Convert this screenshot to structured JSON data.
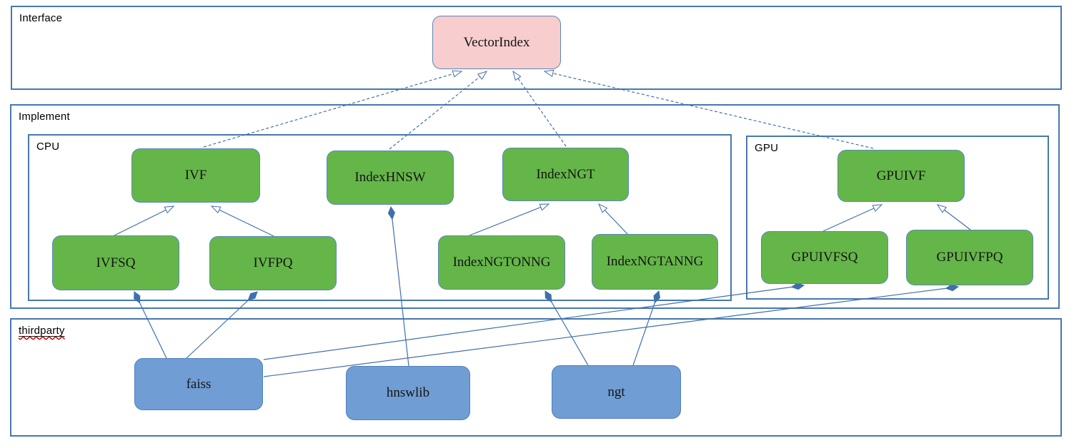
{
  "containers": {
    "interface": {
      "label": "Interface"
    },
    "implement": {
      "label": "Implement"
    },
    "cpu": {
      "label": "CPU"
    },
    "gpu": {
      "label": "GPU"
    },
    "thirdparty": {
      "label": "thirdparty"
    }
  },
  "nodes": {
    "vectorindex": {
      "label": "VectorIndex",
      "kind": "interface-class"
    },
    "ivf": {
      "label": "IVF",
      "kind": "cpu-class"
    },
    "indexhnsw": {
      "label": "IndexHNSW",
      "kind": "cpu-class"
    },
    "indexngt": {
      "label": "IndexNGT",
      "kind": "cpu-class"
    },
    "ivfsq": {
      "label": "IVFSQ",
      "kind": "cpu-class"
    },
    "ivfpq": {
      "label": "IVFPQ",
      "kind": "cpu-class"
    },
    "indexngtonng": {
      "label": "IndexNGTONNG",
      "kind": "cpu-class"
    },
    "indexngtanng": {
      "label": "IndexNGTANNG",
      "kind": "cpu-class"
    },
    "gpuivf": {
      "label": "GPUIVF",
      "kind": "gpu-class"
    },
    "gpuivfsq": {
      "label": "GPUIVFSQ",
      "kind": "gpu-class"
    },
    "gpuivfpq": {
      "label": "GPUIVFPQ",
      "kind": "gpu-class"
    },
    "faiss": {
      "label": "faiss",
      "kind": "thirdparty-lib"
    },
    "hnswlib": {
      "label": "hnswlib",
      "kind": "thirdparty-lib"
    },
    "ngt": {
      "label": "ngt",
      "kind": "thirdparty-lib"
    }
  },
  "edges": [
    {
      "from": "ivf",
      "to": "vectorindex",
      "type": "realization"
    },
    {
      "from": "indexhnsw",
      "to": "vectorindex",
      "type": "realization"
    },
    {
      "from": "indexngt",
      "to": "vectorindex",
      "type": "realization"
    },
    {
      "from": "gpuivf",
      "to": "vectorindex",
      "type": "realization"
    },
    {
      "from": "ivfsq",
      "to": "ivf",
      "type": "inheritance"
    },
    {
      "from": "ivfpq",
      "to": "ivf",
      "type": "inheritance"
    },
    {
      "from": "indexngtonng",
      "to": "indexngt",
      "type": "inheritance"
    },
    {
      "from": "indexngtanng",
      "to": "indexngt",
      "type": "inheritance"
    },
    {
      "from": "gpuivfsq",
      "to": "gpuivf",
      "type": "inheritance"
    },
    {
      "from": "gpuivfpq",
      "to": "gpuivf",
      "type": "inheritance"
    },
    {
      "from": "faiss",
      "to": "ivfsq",
      "type": "composition"
    },
    {
      "from": "faiss",
      "to": "ivfpq",
      "type": "composition"
    },
    {
      "from": "faiss",
      "to": "gpuivfsq",
      "type": "composition"
    },
    {
      "from": "faiss",
      "to": "gpuivfpq",
      "type": "composition"
    },
    {
      "from": "hnswlib",
      "to": "indexhnsw",
      "type": "composition"
    },
    {
      "from": "ngt",
      "to": "indexngtonng",
      "type": "composition"
    },
    {
      "from": "ngt",
      "to": "indexngtanng",
      "type": "composition"
    }
  ],
  "colors": {
    "node-green": "#65b649",
    "node-pink": "#f8cdcd",
    "node-blue": "#6f9dd4",
    "node-border": "#5a87b8",
    "container-border": "#4678ae",
    "line": "#3f6fad",
    "squiggle-red": "#cc0000"
  }
}
